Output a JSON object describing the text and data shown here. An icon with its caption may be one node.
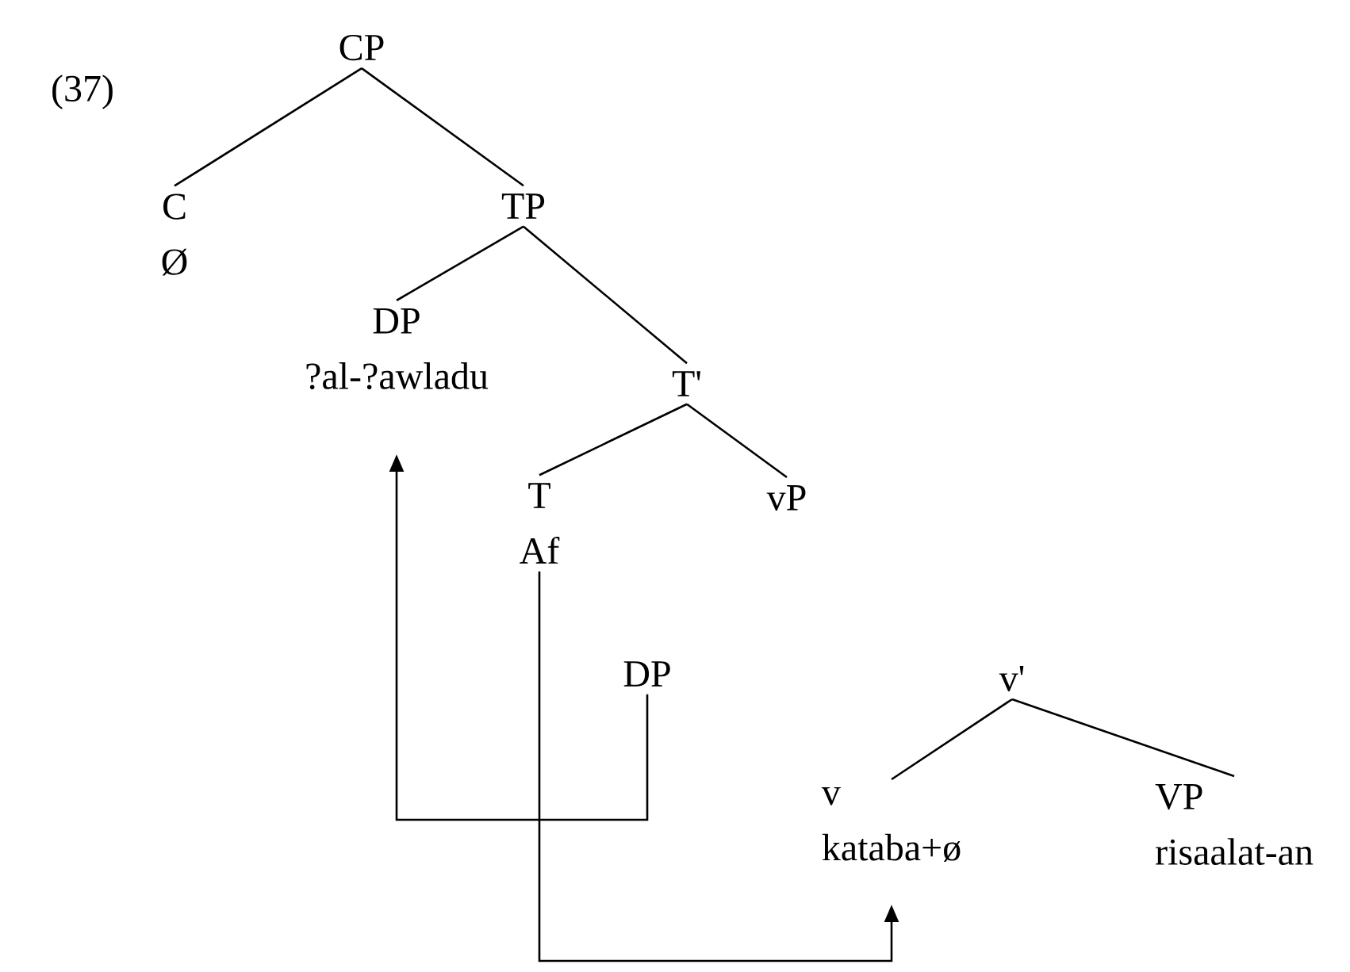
{
  "diagram": {
    "nodes": [
      {
        "text": [
          "CP"
        ]
      },
      {
        "text": [
          "C",
          "Ø"
        ]
      },
      {
        "text": [
          "TP"
        ]
      },
      {
        "text": [
          "DP",
          "?al-?awladu"
        ]
      },
      {
        "text": [
          "T'"
        ]
      },
      {
        "text": [
          "T",
          "Af"
        ]
      },
      {
        "text": [
          "vP"
        ]
      },
      {
        "text": [
          "DP"
        ]
      },
      {
        "text": [
          "v'"
        ]
      },
      {
        "text": [
          "v",
          "kataba+ø"
        ]
      },
      {
        "text": [
          "VP",
          "risaalat-an"
        ]
      }
    ],
    "edges": [
      {
        "from": 0,
        "to": 1,
        "arrow": "none"
      },
      {
        "from": 0,
        "to": 2,
        "arrow": "none"
      },
      {
        "from": 2,
        "to": 3,
        "arrow": "none"
      },
      {
        "from": 2,
        "to": 4,
        "arrow": "none"
      },
      {
        "from": 4,
        "to": 5,
        "arrow": "none"
      },
      {
        "from": 4,
        "to": 6,
        "arrow": "none"
      },
      {
        "from": 8,
        "to": 9,
        "arrow": "none"
      },
      {
        "from": 8,
        "to": 10,
        "arrow": "none"
      },
      {
        "from": 7,
        "to": 3,
        "arrow": "to"
      },
      {
        "from": 5,
        "to": 9,
        "arrow": "to"
      }
    ],
    "labels": [
      "(37)"
    ]
  }
}
